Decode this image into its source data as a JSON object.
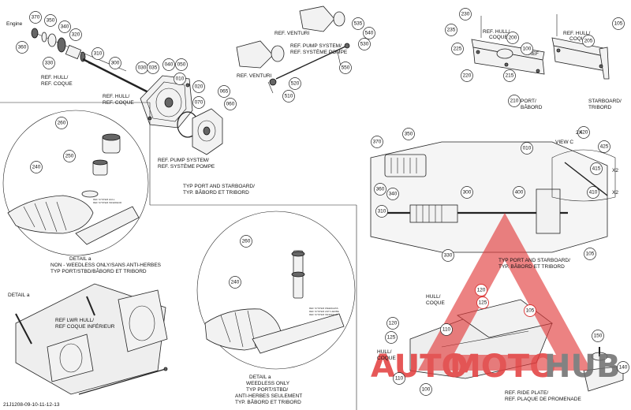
{
  "labels": {
    "engine": "Engine",
    "ref_hull_top": "REF. HULL/",
    "ref_coque_top": "REF. COQUE",
    "ref_hull_mid": "REF. HULL/",
    "ref_coque_mid": "REF. COQUE",
    "ref_pump_1": "REF. PUMP SYSTEM/",
    "ref_pump_2": "REF. SYSTÈME POMPE",
    "ref_venturi_a": "REF. VENTURI",
    "ref_venturi_b": "REF. VENTURI",
    "ref_pump_small_1": "REF. PUMP SYSTEM/",
    "ref_pump_small_2": "REF. SYSTÈME POMPE",
    "typ_port_1": "TYP PORT AND STARBOARD/",
    "typ_port_2": "TYP. BÂBORD ET TRIBORD",
    "ref_hull_r1": "REF. HULL/",
    "ref_hull_r1b": "COQUE",
    "ref_hull_r2": "REF. HULL/",
    "ref_hull_r2b": "COQUE",
    "ref_label_100": "REF",
    "port_1": "PORT/",
    "port_2": "BÂBORD",
    "starboard_1": "STARBOARD/",
    "starboard_2": "TRIBORD",
    "view_c": "VIEW C",
    "x2_a": "X2",
    "x2_b": "X2",
    "typ_port_r1": "TYP PORT AND STARBOARD/",
    "typ_port_r2": "TYP. BÂBORD ET TRIBORD",
    "detail_a_1": "DETAIL a",
    "detail_a_2": "NON - WEEDLESS ONLY/SANS ANTI-HERBES",
    "detail_a_3": "TYP PORT/STBD/BÂBORD ET TRIBORD",
    "detail_a_left": "DETAIL a",
    "ref_lwr_hull_1": "REF LWR HULL/",
    "ref_lwr_hull_2": "REF COQUE INFÉRIEUR",
    "detail_b_1": "DETAIL a",
    "detail_b_2": "WEEDLESS ONLY",
    "detail_b_3": "TYP PORT/STBD/",
    "detail_b_4": "ANTI-HERBES SEULEMENT",
    "detail_b_5": "TYP. BÂBORD ET TRIBORD",
    "hull_coque_1": "HULL/",
    "hull_coque_2": "COQUE",
    "hull_coque_3": "HULL/",
    "hull_coque_4": "COQUE",
    "ride_plate_1": "REF. RIDE PLATE/",
    "ride_plate_2": "REF. PLAQUE DE PROMENADE",
    "tiny_1": "REF SYSTEM HULL",
    "tiny_2": "REF SYSTEM INFERIEUR",
    "tiny_3": "REF SYSTEM WEEDLESS",
    "tiny_4": "REF SYSTEM ANTI HERBE",
    "tiny_5": "REF SYSTEM INFERIEUR",
    "footer_code": "21J1208-09-10-11-12-13"
  },
  "callouts": {
    "c370": "370",
    "c350": "350",
    "c340": "340",
    "c320": "320",
    "c330": "330",
    "c360": "360",
    "c310": "310",
    "c300": "300",
    "c030": "030",
    "c035": "035",
    "c040": "040",
    "c050": "050",
    "c010": "010",
    "c020": "020",
    "c070": "070",
    "c065": "065",
    "c060": "060",
    "c535": "535",
    "c540": "540",
    "c530": "530",
    "c550": "550",
    "c520": "520",
    "c510": "510",
    "c230": "230",
    "c235": "235",
    "c200": "200",
    "c225": "225",
    "c220": "220",
    "c100": "100",
    "c215": "215",
    "c210": "210",
    "c205": "205",
    "c105r": "105",
    "c260": "260",
    "c250": "250",
    "c240": "240",
    "c260b": "260",
    "c240b": "240",
    "r370": "370",
    "r350": "350",
    "r360": "360",
    "r340": "340",
    "r310": "310",
    "r300": "300",
    "r330": "330",
    "r400": "400",
    "r010": "010",
    "r420": "420",
    "r425": "425",
    "r415": "415",
    "r410": "410",
    "r105": "105",
    "r120": "120",
    "r125": "125",
    "r105b": "105",
    "r120b": "120",
    "r125b": "125",
    "r110": "110",
    "r110b": "110",
    "r100": "100",
    "r150": "150",
    "r140": "140",
    "r_2x": "2X"
  },
  "watermark": {
    "text_auto": "AUTO",
    "text_moto": "MOTO",
    "text_hub": "HUB",
    "color_red": "#e23b3b",
    "color_gray": "#6d6d6d"
  }
}
